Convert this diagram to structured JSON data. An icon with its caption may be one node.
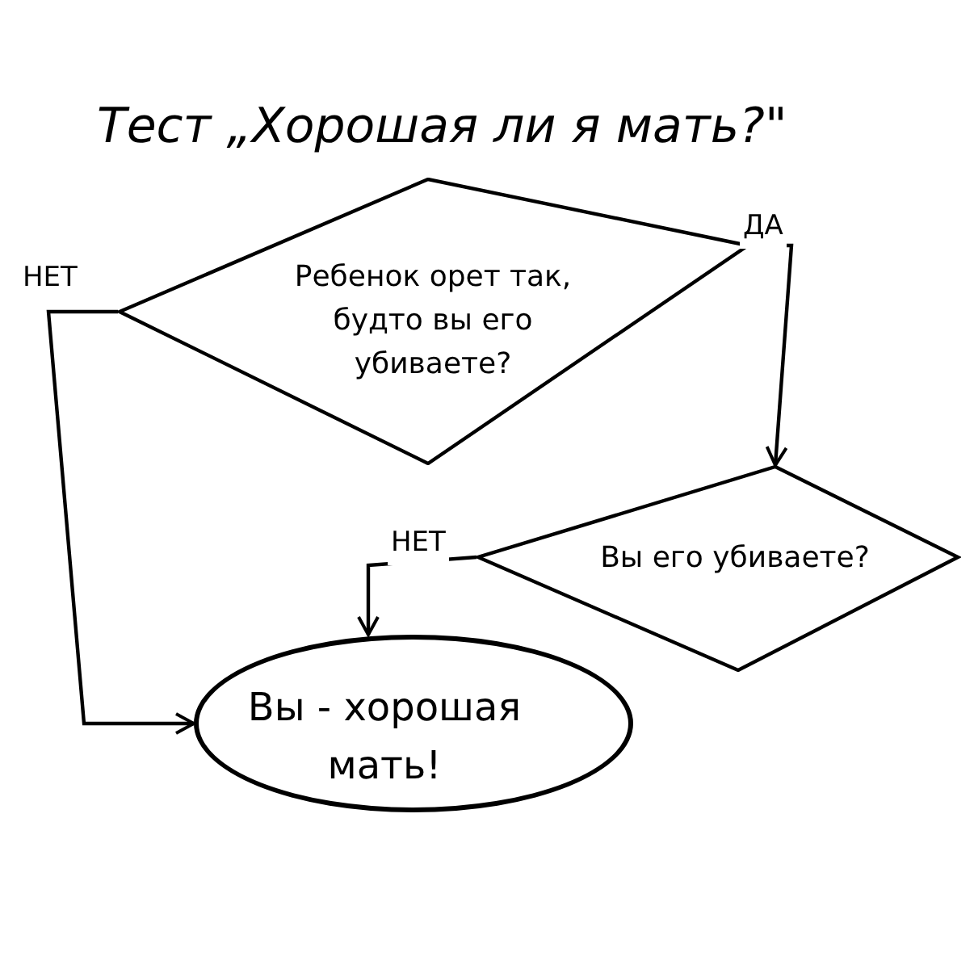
{
  "diagram": {
    "title": "Тест „Хорошая ли я мать?\"",
    "nodes": [
      {
        "text": [
          "Ребенок орет так, будто вы его убиваете?"
        ]
      },
      {
        "text": [
          "Вы его убиваете?"
        ]
      },
      {
        "text": [
          "Вы - хорошая мать!"
        ]
      }
    ],
    "edges": [
      {
        "from": 0,
        "to": 2,
        "arrow": "to",
        "label": "НЕТ"
      },
      {
        "from": 0,
        "to": 1,
        "arrow": "to",
        "label": "ДА"
      },
      {
        "from": 1,
        "to": 2,
        "arrow": "to",
        "label": "НЕТ"
      }
    ]
  }
}
